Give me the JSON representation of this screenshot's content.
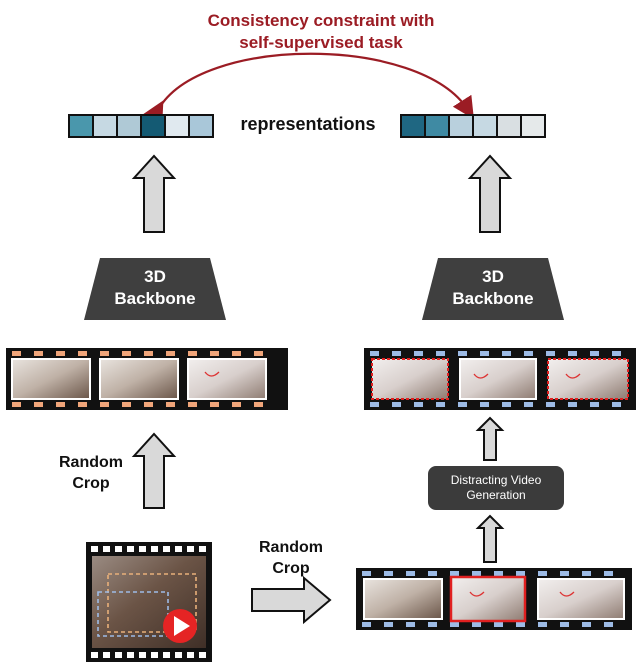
{
  "title": {
    "line1": "Consistency constraint with",
    "line2": "self-supervised task"
  },
  "representations_label": "representations",
  "colors": {
    "title_red": "#9b1c24",
    "arrow_fill": "#d9d9d9",
    "backbone": "#3f3f3f",
    "film_orange_perf": "#f0a57a",
    "film_blue_perf": "#9dbbe6",
    "crop_box_red": "#e02020"
  },
  "left_representation": [
    "#4a97ac",
    "#c6d9e3",
    "#afc9d6",
    "#145a73",
    "#e0e9ef",
    "#a9c7d9"
  ],
  "right_representation": [
    "#1f6782",
    "#3f8aa3",
    "#b9d0dd",
    "#c6d9e3",
    "#d9dfe2",
    "#e5e9ea"
  ],
  "left_branch": {
    "backbone": {
      "line1": "3D",
      "line2": "Backbone"
    },
    "crop_label": {
      "line1": "Random",
      "line2": "Crop"
    }
  },
  "right_branch": {
    "backbone": {
      "line1": "3D",
      "line2": "Backbone"
    },
    "generation_box": {
      "line1": "Distracting Video",
      "line2": "Generation"
    }
  },
  "middle_crop_label": {
    "line1": "Random",
    "line2": "Crop"
  },
  "source_video": {
    "icon": "play-icon"
  }
}
